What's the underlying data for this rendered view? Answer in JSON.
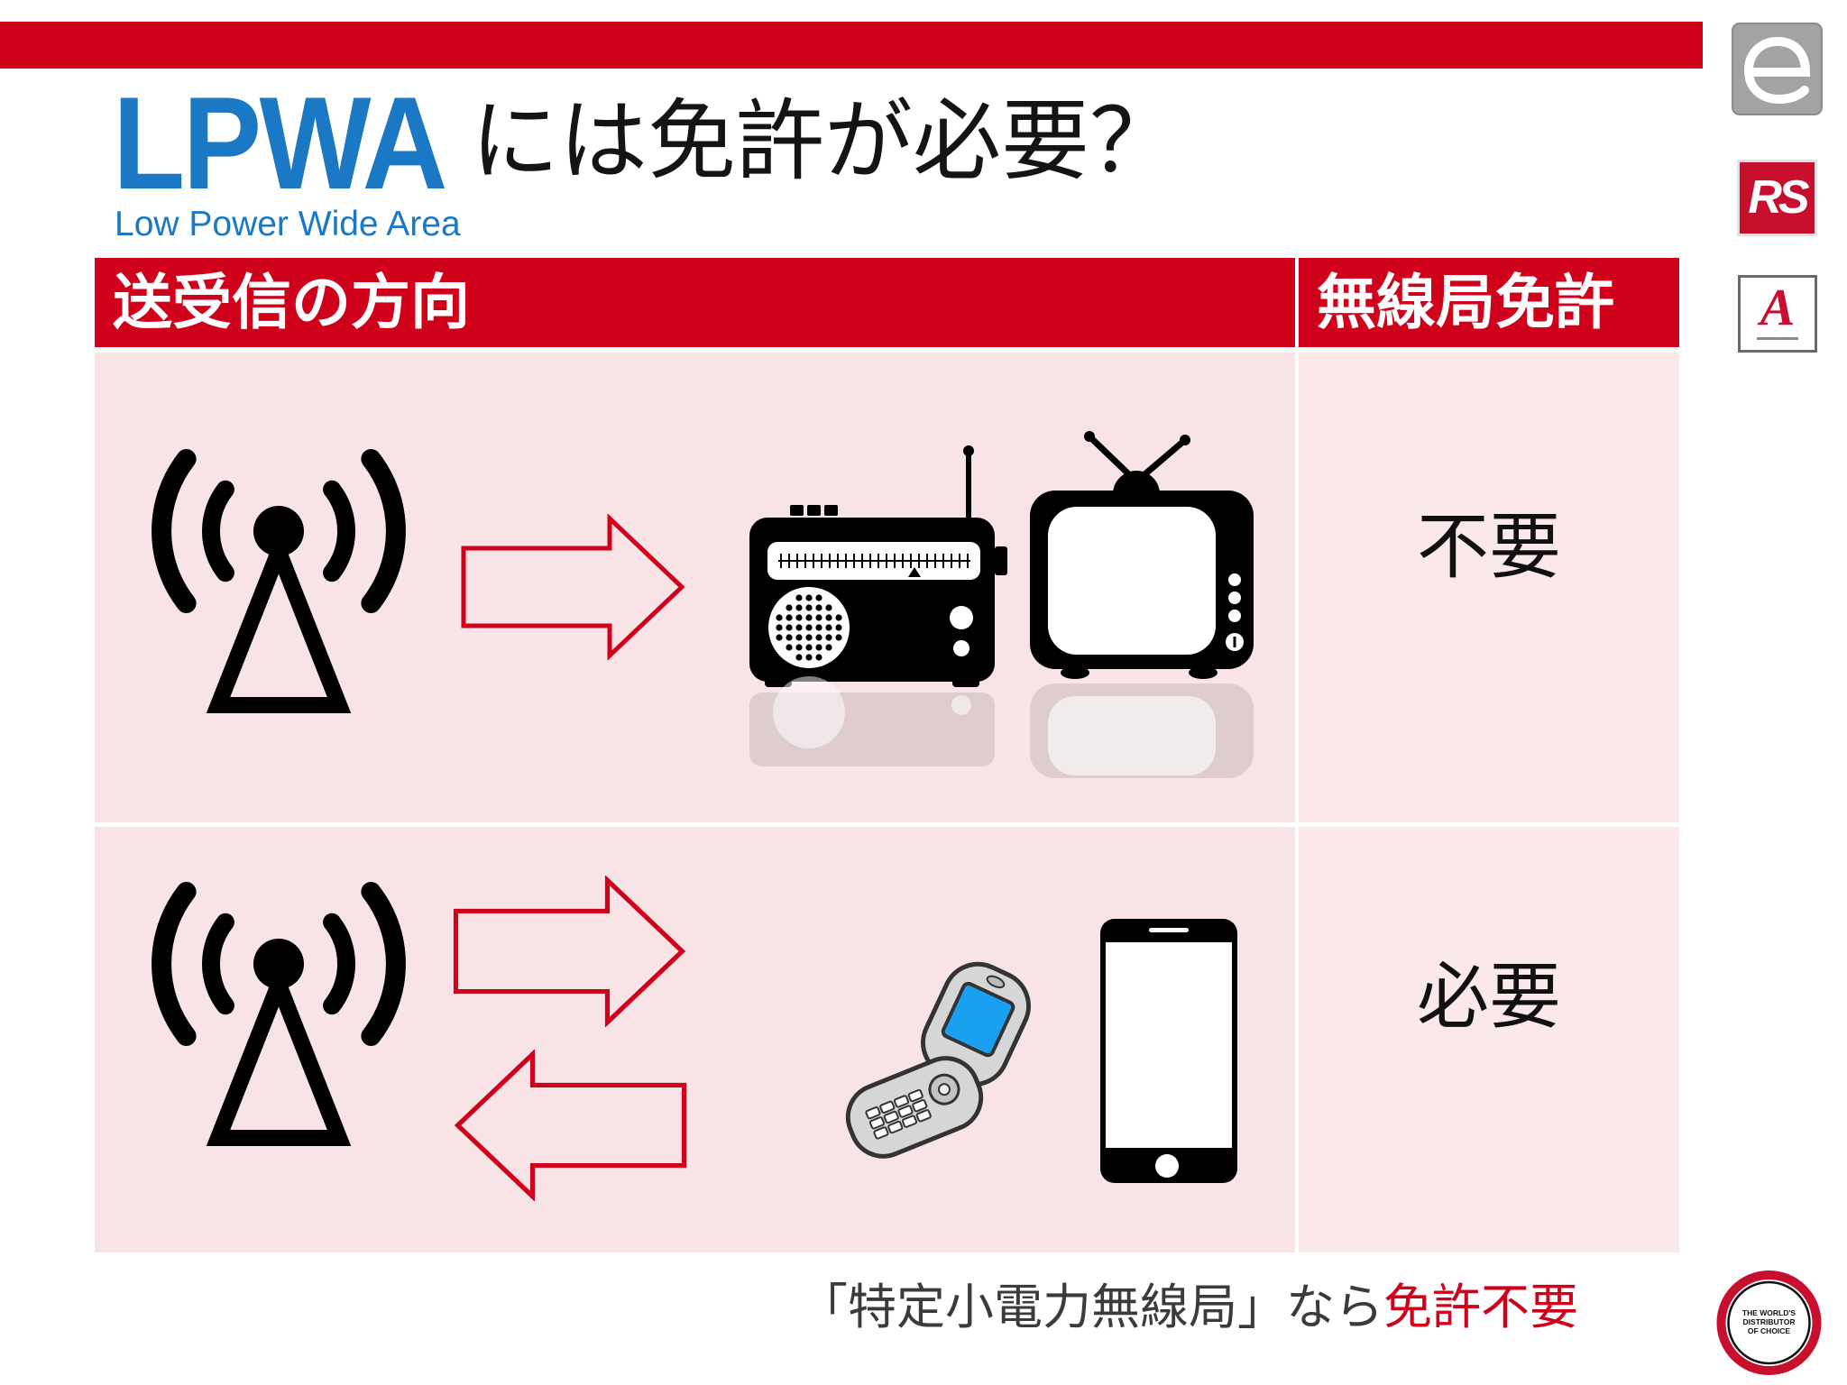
{
  "slide": {
    "accent_color": "#d0021b",
    "title_color": "#1b78c4",
    "row_bg": "#f8e4e7",
    "row_bg_alt": "#fae8ea"
  },
  "title": {
    "acronym": "LPWA",
    "question": "には免許が必要？",
    "expansion": "Low Power Wide Area"
  },
  "table": {
    "headers": [
      "送受信の方向",
      "無線局免許"
    ],
    "rows": [
      {
        "direction_icons": [
          "antenna-tower-icon",
          "arrow-right-icon",
          "radio-icon",
          "tv-icon"
        ],
        "license": "不要"
      },
      {
        "direction_icons": [
          "antenna-tower-icon",
          "arrow-right-icon",
          "arrow-left-icon",
          "flip-phone-icon",
          "smartphone-icon"
        ],
        "license": "必要"
      }
    ]
  },
  "footer": {
    "note_prefix": "「特定小電力無線局」なら",
    "note_highlight": "免許不要"
  },
  "logos": {
    "top_icon": "e-logo-icon",
    "rs_text": "RS",
    "a_text": "A",
    "bottom_ring_lines": [
      "THE WORLD'S",
      "DISTRIBUTOR",
      "OF CHOICE"
    ]
  }
}
